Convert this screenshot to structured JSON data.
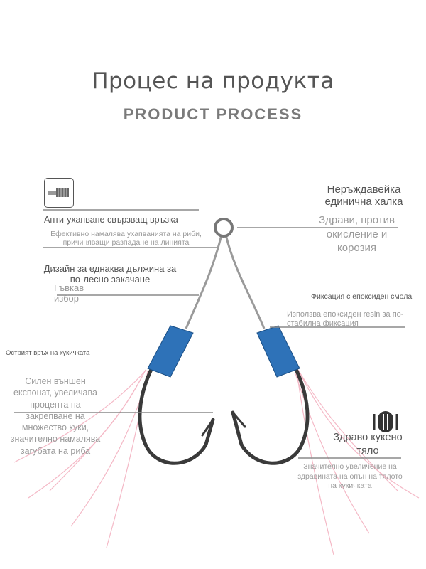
{
  "header": {
    "title": "Процес на продукта",
    "subtitle": "PRODUCT PROCESS"
  },
  "features": {
    "anti_bite": {
      "title": "Анти-ухапване свързващ връзка",
      "desc": "Ефективно намалява ухапванията на риби, причиняващи разпадане на линията"
    },
    "equal_length": {
      "title": "Дизайн за еднаква дължина за по-лесно закачане",
      "sub": "Гъвкав избор"
    },
    "ring": {
      "title": "Неръждавейка единична халка",
      "desc": "Здрави, против окисление и корозия"
    },
    "epoxy": {
      "title": "Фиксация с епоксиден смола",
      "desc": "Използва епоксиден resin за по-стабилна фиксация"
    },
    "sharp_tip": {
      "title": "Острият връх на кукичката",
      "desc": "Силен външен експонат, увеличава процента на закрепване на множество куки, значително намалява загубата на риба"
    },
    "strong_body": {
      "title": "Здраво кукено тяло",
      "desc": "Значително увеличение на здравината на опън на тялото на кукичката"
    }
  },
  "icons": [
    "wire-connector-icon",
    "hook-body-icon"
  ],
  "colors": {
    "text": "#555555",
    "line": "#8a8a8a",
    "epoxy": "#2e72b8",
    "hook": "#3a3a3a"
  }
}
